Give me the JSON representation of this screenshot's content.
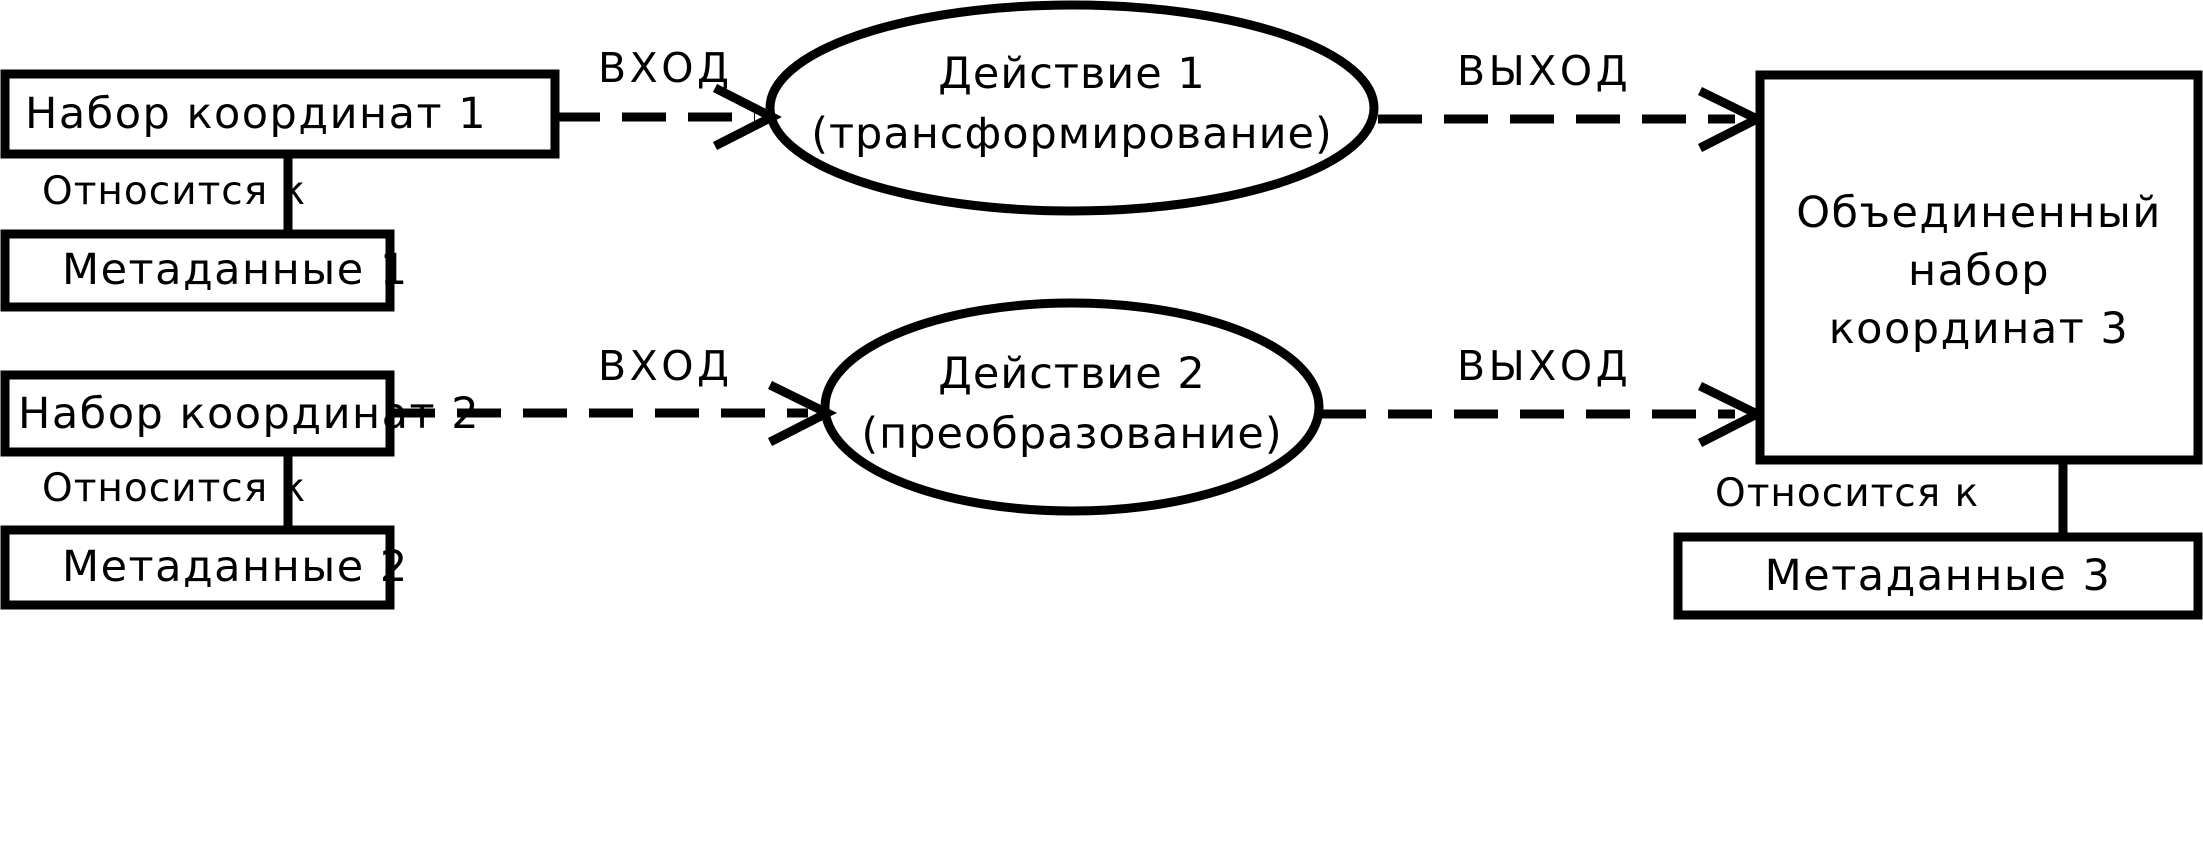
{
  "diagram": {
    "title": "Data flow: coordinate sets, actions and merged output",
    "entities": {
      "coord_set_1": "Набор координат 1",
      "coord_set_2": "Набор координат 2",
      "metadata_1": "Метаданные 1",
      "metadata_2": "Метаданные 2",
      "metadata_3": "Метаданные 3",
      "merged_set": "Объединенный набор координат 3",
      "merged_set_line_1": "Объединенный",
      "merged_set_line_2": "набор",
      "merged_set_line_3": "координат 3"
    },
    "processes": {
      "action_1_line_1": "Действие 1",
      "action_1_line_2": "(трансформирование)",
      "action_2_line_1": "Действие 2",
      "action_2_line_2": "(преобразование)"
    },
    "relations": {
      "belongs_to_1": "Относится к",
      "belongs_to_2": "Относится к",
      "belongs_to_3": "Относится к"
    },
    "flows": {
      "input_1": "ВХОД",
      "input_2": "ВХОД",
      "output_1": "ВЫХОД",
      "output_2": "ВЫХОД"
    },
    "colors": {
      "stroke": "#000000",
      "fill": "#ffffff",
      "background": "#ffffff"
    }
  }
}
